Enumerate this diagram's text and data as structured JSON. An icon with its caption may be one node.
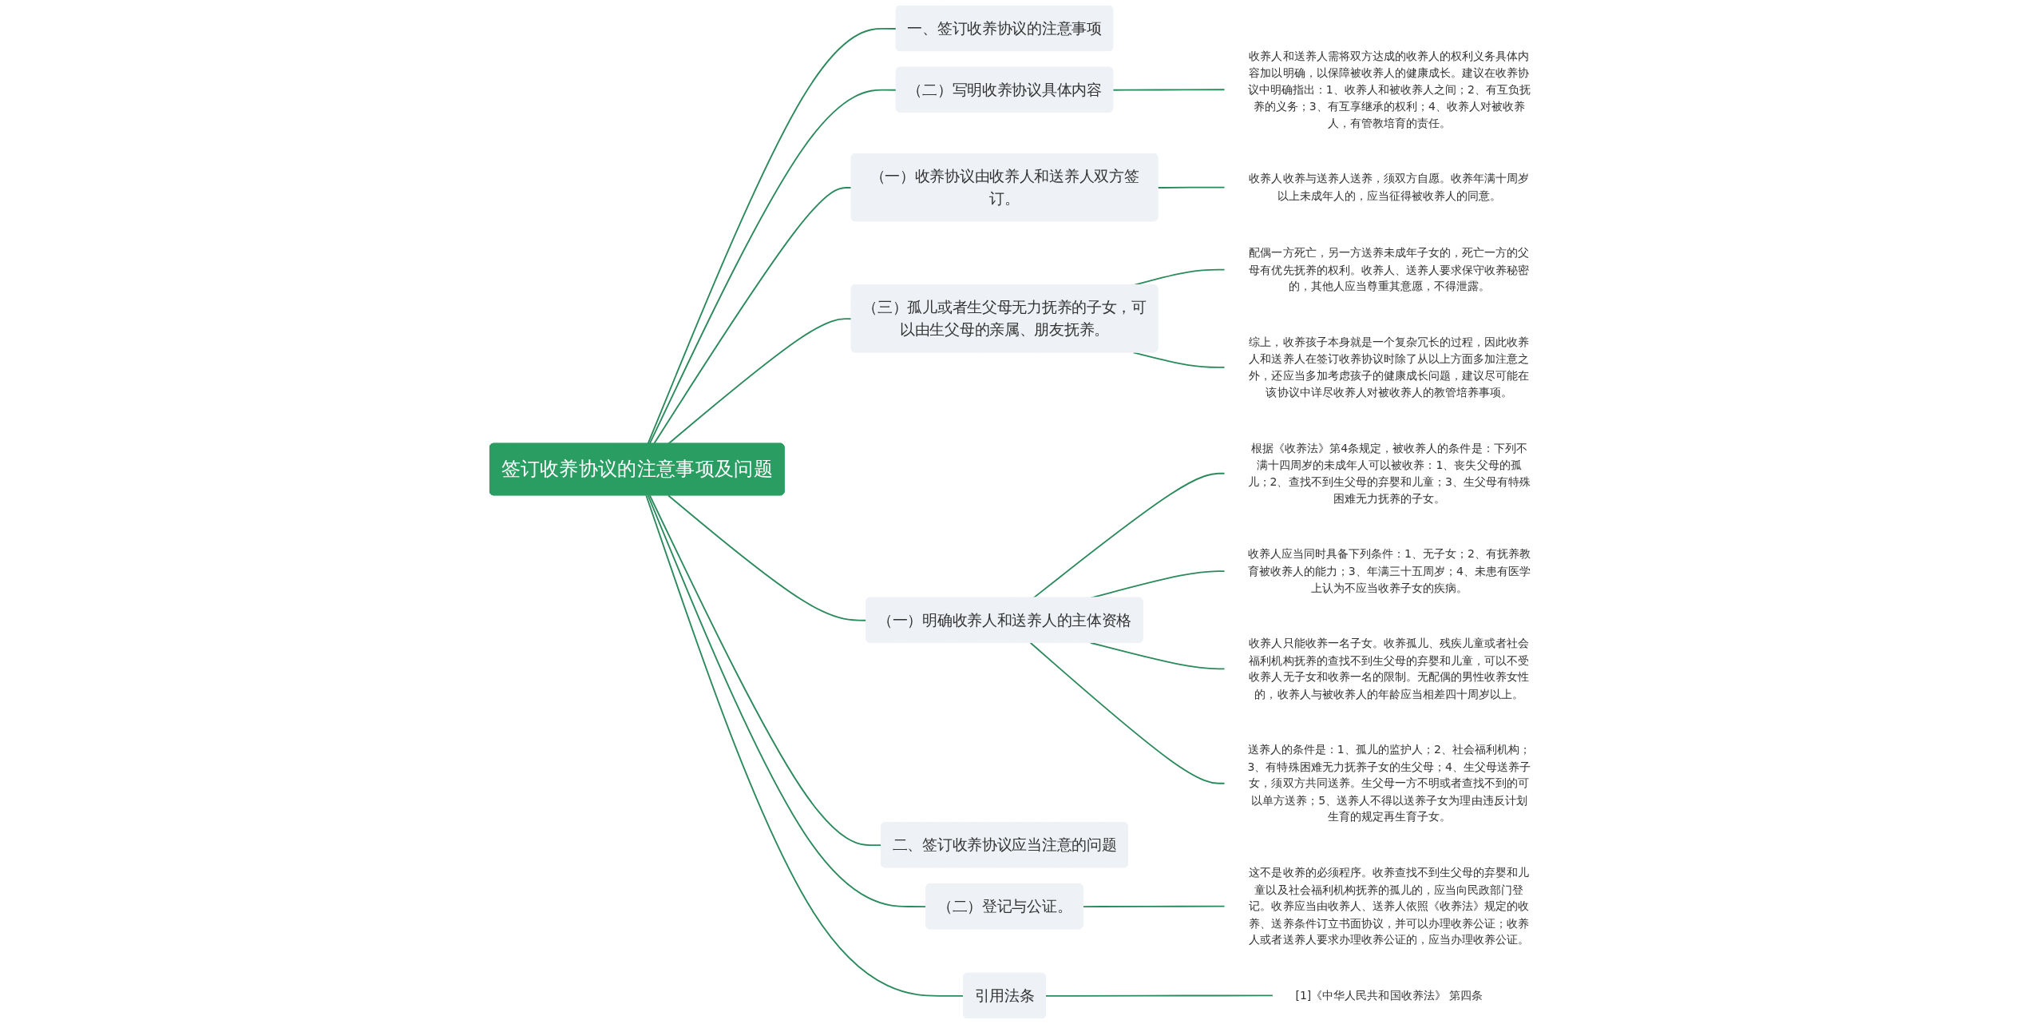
{
  "diagram": {
    "nodes": [
      {
        "text": [
          "签订收养协议的注意事项及问题"
        ]
      },
      {
        "text": [
          "一、签订收养协议的注意事项"
        ]
      },
      {
        "text": [
          "（二）写明收养协议具体内容"
        ]
      },
      {
        "text": [
          "收养人和送养人需将双方达成的收养人的权利义务具体内容加以明确，以保障被收养人的健康成长。建议在收养协议中明确指出：1、收养人和被收养人之间；2、有互负抚养的义务；3、有互享继承的权利；4、收养人对被收养人，有管教培育的责任。"
        ]
      },
      {
        "text": [
          "（一）收养协议由收养人和送养人双方签订。"
        ]
      },
      {
        "text": [
          "收养人收养与送养人送养，须双方自愿。收养年满十周岁以上未成年人的，应当征得被收养人的同意。"
        ]
      },
      {
        "text": [
          "（三）孤儿或者生父母无力抚养的子女，可以由生父母的亲属、朋友抚养。"
        ]
      },
      {
        "text": [
          "配偶一方死亡，另一方送养未成年子女的，死亡一方的父母有优先抚养的权利。收养人、送养人要求保守收养秘密的，其他人应当尊重其意愿，不得泄露。"
        ]
      },
      {
        "text": [
          "综上，收养孩子本身就是一个复杂冗长的过程，因此收养人和送养人在签订收养协议时除了从以上方面多加注意之外，还应当多加考虑孩子的健康成长问题，建议尽可能在该协议中详尽收养人对被收养人的教管培养事项。"
        ]
      },
      {
        "text": [
          "（一）明确收养人和送养人的主体资格"
        ]
      },
      {
        "text": [
          "根据《收养法》第4条规定，被收养人的条件是：下列不满十四周岁的未成年人可以被收养：1、丧失父母的孤儿；2、查找不到生父母的弃婴和儿童；3、生父母有特殊困难无力抚养的子女。"
        ]
      },
      {
        "text": [
          "收养人应当同时具备下列条件：1、无子女；2、有抚养教育被收养人的能力；3、年满三十五周岁；4、未患有医学上认为不应当收养子女的疾病。"
        ]
      },
      {
        "text": [
          "收养人只能收养一名子女。收养孤儿、残疾儿童或者社会福利机构抚养的查找不到生父母的弃婴和儿童，可以不受收养人无子女和收养一名的限制。无配偶的男性收养女性的，收养人与被收养人的年龄应当相差四十周岁以上。"
        ]
      },
      {
        "text": [
          "送养人的条件是：1、孤儿的监护人；2、社会福利机构；3、有特殊困难无力抚养子女的生父母；4、生父母送养子女，须双方共同送养。生父母一方不明或者查找不到的可以单方送养；5、送养人不得以送养子女为理由违反计划生育的规定再生育子女。"
        ]
      },
      {
        "text": [
          "二、签订收养协议应当注意的问题"
        ]
      },
      {
        "text": [
          "（二）登记与公证。"
        ]
      },
      {
        "text": [
          "这不是收养的必须程序。收养查找不到生父母的弃婴和儿童以及社会福利机构抚养的孤儿的，应当向民政部门登记。收养应当由收养人、送养人依照《收养法》规定的收养、送养条件订立书面协议，并可以办理收养公证；收养人或者送养人要求办理收养公证的，应当办理收养公证。"
        ]
      },
      {
        "text": [
          "引用法条"
        ]
      },
      {
        "text": [
          "[1]《中华人民共和国收养法》 第四条"
        ]
      }
    ],
    "edges": [
      {
        "from": 0,
        "to": 1,
        "arrow": "none"
      },
      {
        "from": 0,
        "to": 2,
        "arrow": "none"
      },
      {
        "from": 2,
        "to": 3,
        "arrow": "none"
      },
      {
        "from": 0,
        "to": 4,
        "arrow": "none"
      },
      {
        "from": 4,
        "to": 5,
        "arrow": "none"
      },
      {
        "from": 0,
        "to": 6,
        "arrow": "none"
      },
      {
        "from": 6,
        "to": 7,
        "arrow": "none"
      },
      {
        "from": 6,
        "to": 8,
        "arrow": "none"
      },
      {
        "from": 0,
        "to": 9,
        "arrow": "none"
      },
      {
        "from": 9,
        "to": 10,
        "arrow": "none"
      },
      {
        "from": 9,
        "to": 11,
        "arrow": "none"
      },
      {
        "from": 9,
        "to": 12,
        "arrow": "none"
      },
      {
        "from": 9,
        "to": 13,
        "arrow": "none"
      },
      {
        "from": 0,
        "to": 14,
        "arrow": "none"
      },
      {
        "from": 0,
        "to": 15,
        "arrow": "none"
      },
      {
        "from": 15,
        "to": 16,
        "arrow": "none"
      },
      {
        "from": 0,
        "to": 17,
        "arrow": "none"
      },
      {
        "from": 17,
        "to": 18,
        "arrow": "none"
      }
    ]
  }
}
